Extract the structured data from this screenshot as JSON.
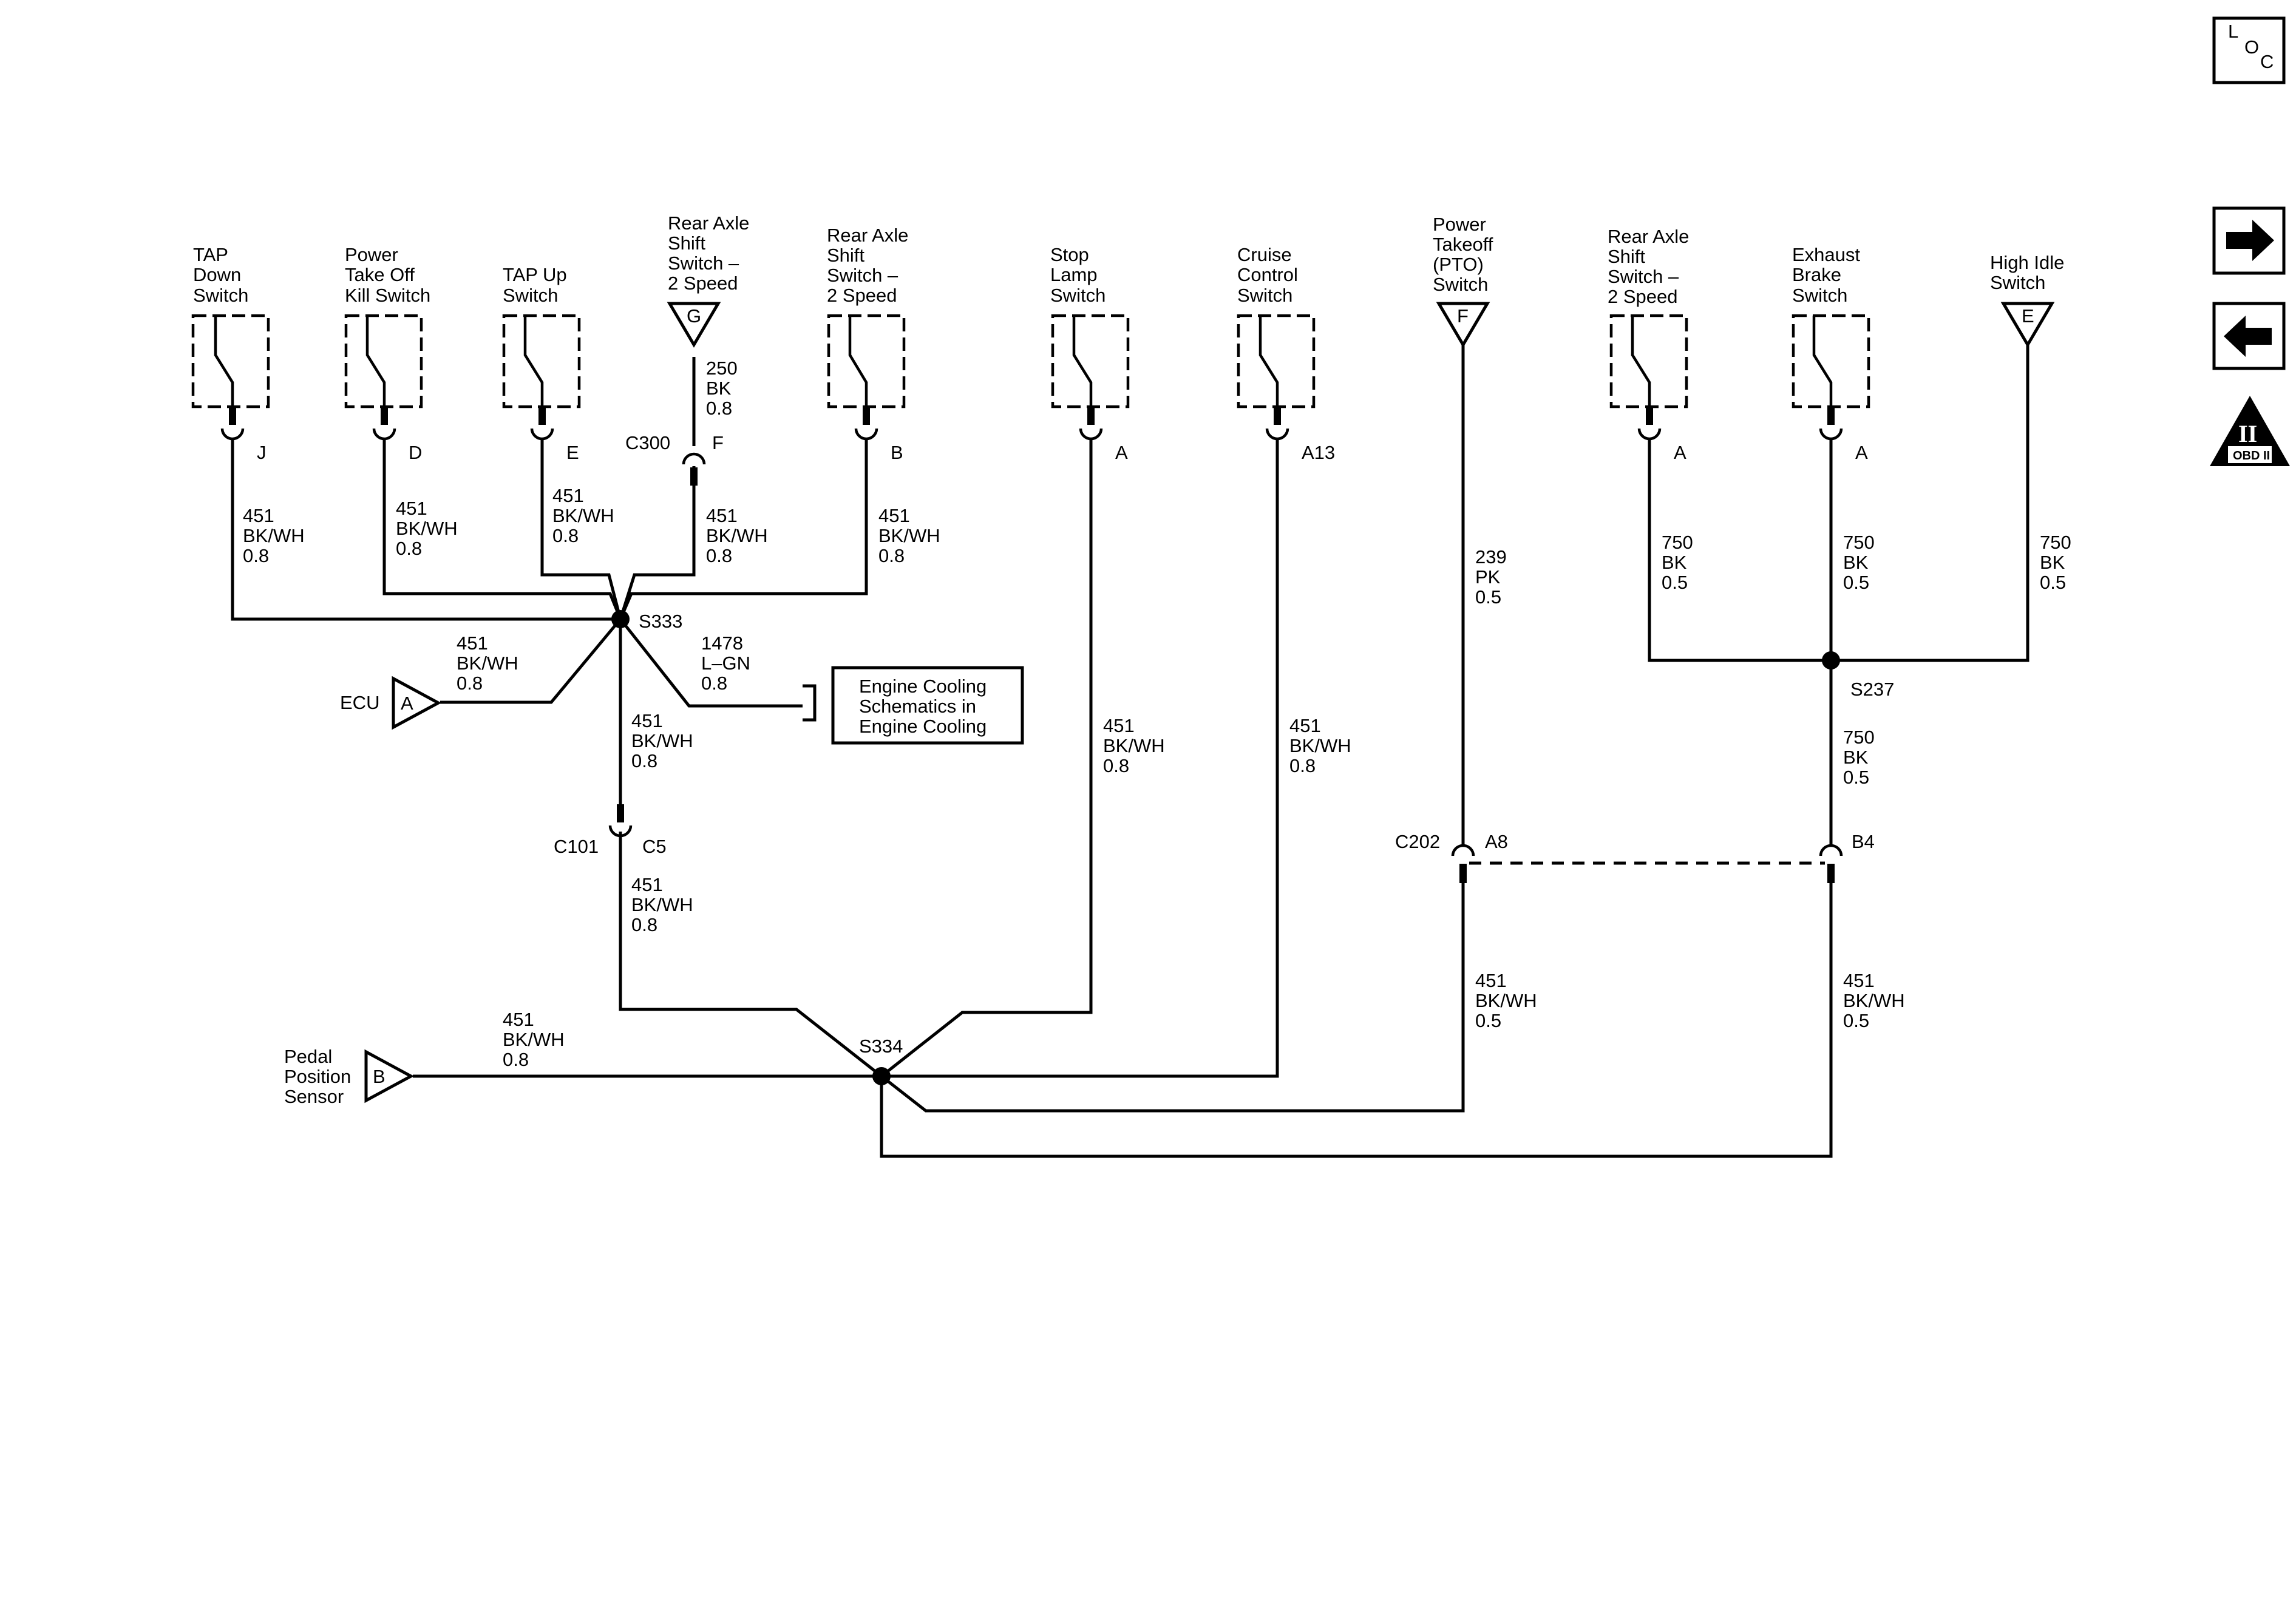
{
  "nav": {
    "loc": [
      "L",
      "O",
      "C"
    ],
    "next_icon": "arrow-right-icon",
    "prev_icon": "arrow-left-icon",
    "obd_numeral": "II",
    "obd_label": "OBD II"
  },
  "components": {
    "tap_down": [
      "TAP",
      "Down",
      "Switch"
    ],
    "pto_kill": [
      "Power",
      "Take Off",
      "Kill Switch"
    ],
    "tap_up": [
      "TAP Up",
      "Switch"
    ],
    "rear_axle_g": [
      "Rear Axle",
      "Shift",
      "Switch –",
      "2 Speed"
    ],
    "rear_axle_b": [
      "Rear Axle",
      "Shift",
      "Switch –",
      "2 Speed"
    ],
    "stop_lamp": [
      "Stop",
      "Lamp",
      "Switch"
    ],
    "cruise": [
      "Cruise",
      "Control",
      "Switch"
    ],
    "pto": [
      "Power",
      "Takeoff",
      "(PTO)",
      "Switch"
    ],
    "rear_axle_a": [
      "Rear Axle",
      "Shift",
      "Switch –",
      "2 Speed"
    ],
    "exhaust": [
      "Exhaust",
      "Brake",
      "Switch"
    ],
    "high_idle": [
      "High Idle",
      "Switch"
    ],
    "ecu": "ECU",
    "pedal": [
      "Pedal",
      "Position",
      "Sensor"
    ],
    "engine_cooling": [
      "Engine Cooling",
      "Schematics in",
      "Engine Cooling"
    ]
  },
  "tri_letters": {
    "g": "G",
    "f": "F",
    "e": "E",
    "a": "A",
    "b": "B"
  },
  "pins": {
    "tap_down": "J",
    "pto_kill": "D",
    "tap_up": "E",
    "c300": "F",
    "rear_axle_b": "B",
    "stop_lamp": "A",
    "cruise": "A13",
    "rear_axle_a": "A",
    "exhaust": "A",
    "c101": "C5",
    "c202": "A8",
    "b4": "B4"
  },
  "connectors": {
    "c300": "C300",
    "c101": "C101",
    "c202": "C202"
  },
  "splices": {
    "s333": "S333",
    "s334": "S334",
    "s237": "S237"
  },
  "wires": {
    "w_tapdown": [
      "451",
      "BK/WH",
      "0.8"
    ],
    "w_ptokill": [
      "451",
      "BK/WH",
      "0.8"
    ],
    "w_tapup": [
      "451",
      "BK/WH",
      "0.8"
    ],
    "w_c300": [
      "451",
      "BK/WH",
      "0.8"
    ],
    "w_g": [
      "250",
      "BK",
      "0.8"
    ],
    "w_rearb": [
      "451",
      "BK/WH",
      "0.8"
    ],
    "w_ecu": [
      "451",
      "BK/WH",
      "0.8"
    ],
    "w_1478": [
      "1478",
      "L–GN",
      "0.8"
    ],
    "w_s333down": [
      "451",
      "BK/WH",
      "0.8"
    ],
    "w_c101down": [
      "451",
      "BK/WH",
      "0.8"
    ],
    "w_stop": [
      "451",
      "BK/WH",
      "0.8"
    ],
    "w_cruise": [
      "451",
      "BK/WH",
      "0.8"
    ],
    "w_pedal": [
      "451",
      "BK/WH",
      "0.8"
    ],
    "w_pto": [
      "239",
      "PK",
      "0.5"
    ],
    "w_c202down": [
      "451",
      "BK/WH",
      "0.5"
    ],
    "w_reara": [
      "750",
      "BK",
      "0.5"
    ],
    "w_exhaust": [
      "750",
      "BK",
      "0.5"
    ],
    "w_highidle": [
      "750",
      "BK",
      "0.5"
    ],
    "w_s237down": [
      "750",
      "BK",
      "0.5"
    ],
    "w_b4down": [
      "451",
      "BK/WH",
      "0.5"
    ]
  }
}
